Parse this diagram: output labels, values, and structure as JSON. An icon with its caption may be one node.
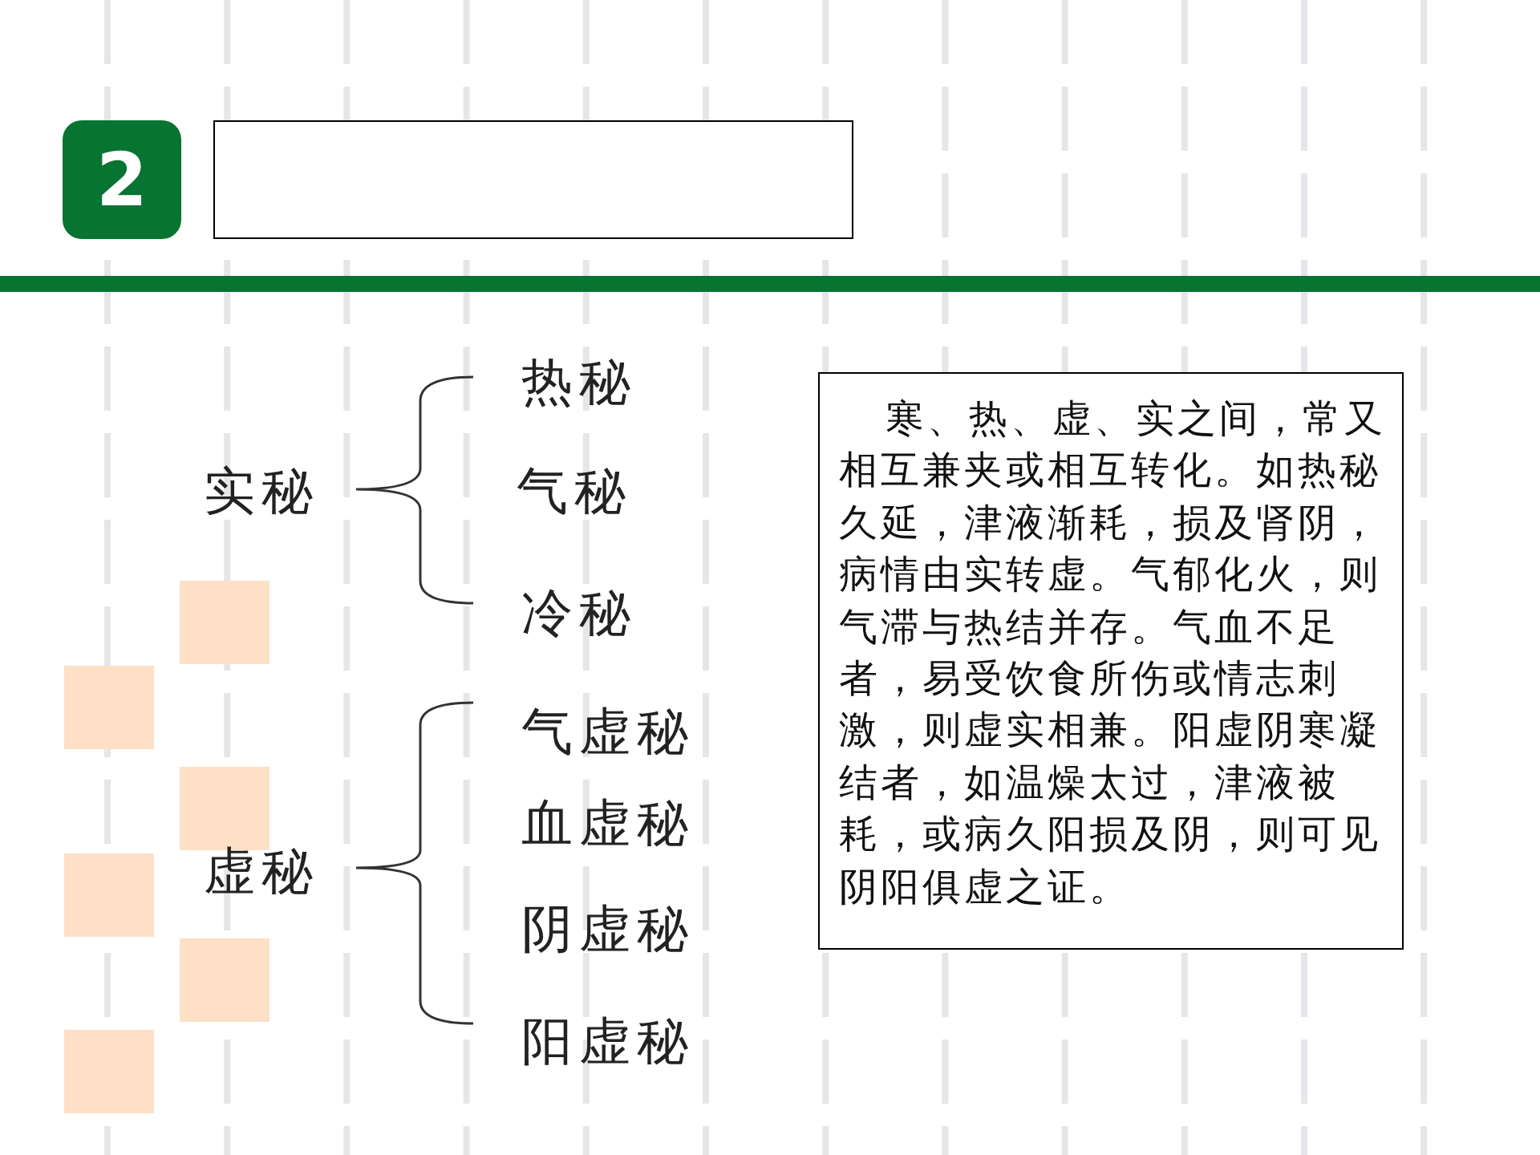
{
  "diagram": {
    "nodes": [
      {
        "text": [
          "2"
        ]
      },
      {
        "text": [],
        "shape": "box"
      },
      {
        "text": [
          "寒、热、虚、实之间，常又相互兼夹或相互转化。如热秘久延，津液渐耗，损及肾阴，病情由实转虚。气郁化火，则气滞与热结并存。气血不足者，易受饮食所伤或情志刺激，则虚实相兼。阳虚阴寒凝结者，如温燥太过，津液被耗，或病久阳损及阴，则可见阴阳俱虚之证。"
        ]
      }
    ],
    "edges": [],
    "labels": [
      "热秘",
      "实秘",
      "气秘",
      "冷秘",
      "气虚秘",
      "血虚秘",
      "虚秘",
      "阴虚秘",
      "阳虚秘"
    ]
  }
}
